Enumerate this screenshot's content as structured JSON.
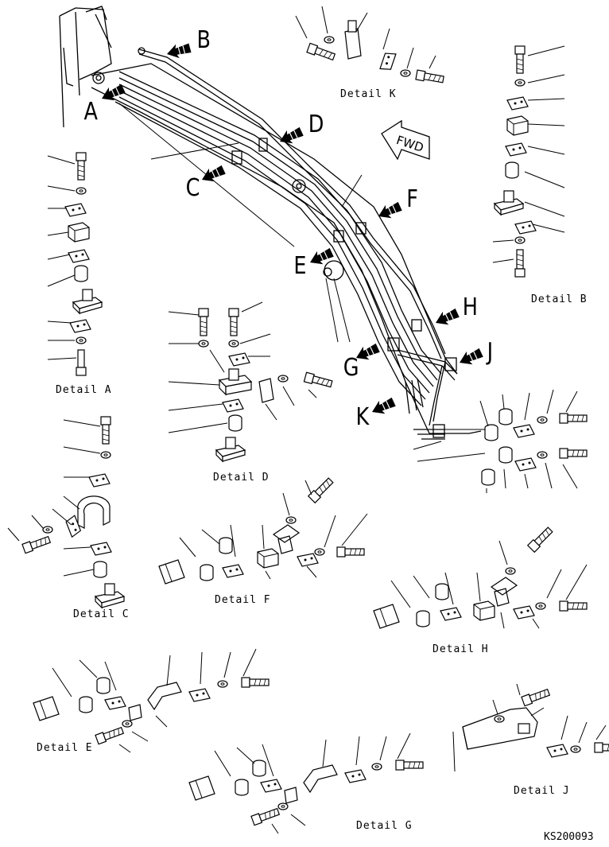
{
  "labels": {
    "A": "A",
    "B": "B",
    "C": "C",
    "D": "D",
    "E": "E",
    "F": "F",
    "G": "G",
    "H": "H",
    "J": "J",
    "K": "K"
  },
  "forward_marker": "FWD",
  "captions": {
    "detail_a": "Detail A",
    "detail_b": "Detail B",
    "detail_c": "Detail C",
    "detail_d": "Detail D",
    "detail_e": "Detail E",
    "detail_f": "Detail F",
    "detail_g": "Detail G",
    "detail_h": "Detail H",
    "detail_j": "Detail J",
    "detail_k": "Detail K"
  },
  "drawing_code": "KS200093"
}
